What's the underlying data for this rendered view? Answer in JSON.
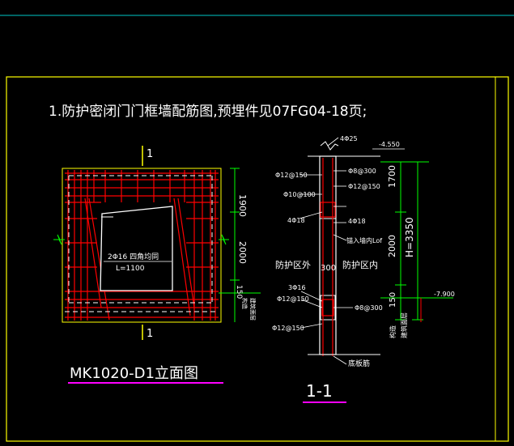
{
  "drawing": {
    "title_note": "1.防护密闭门门框墙配筋图,预埋件见07FG04-18页;",
    "elevation_title": "MK1020-D1立面图",
    "section_title": "1-1",
    "section_mark_top": "1",
    "section_mark_bottom": "1",
    "inner_note_rebar": "2Φ16  四角均同",
    "inner_note_length": "L=1100",
    "dim_1900": "1900",
    "dim_2000": "2000",
    "dim_150": "150",
    "side_label_a": "构造",
    "side_label_b": "建筑面层"
  },
  "section": {
    "top_bar": "4Φ25",
    "elev_top": "-4.550",
    "rebar_a": "Φ12@150",
    "rebar_b": "Φ8@300",
    "rebar_c": "Φ10@100",
    "rebar_d": "Φ12@150",
    "bar_a": "4Φ18",
    "bar_b": "4Φ18",
    "anchor_note": "锚入墙内Lof",
    "zone_outside": "防护区外",
    "zone_inside": "防护区内",
    "wall_width": "300",
    "bottom_bars": "3Φ16",
    "rebar_e": "Φ12@150",
    "rebar_f": "Φ8@300",
    "rebar_g": "Φ12@150",
    "bottom_note": "底板筋",
    "dim_1700": "1700",
    "dim_2000": "2000",
    "dim_h": "H=3350",
    "dim_150": "150",
    "elev_bottom": "-7.900",
    "side_label_a": "构造",
    "side_label_b": "建筑面层"
  },
  "colors": {
    "background": "#000000",
    "frame": "#ffff00",
    "rebar": "#ff0000",
    "text": "#ffffff",
    "dimension": "#00ff00",
    "underline": "#ff00ff",
    "top_line": "#00ffff"
  }
}
